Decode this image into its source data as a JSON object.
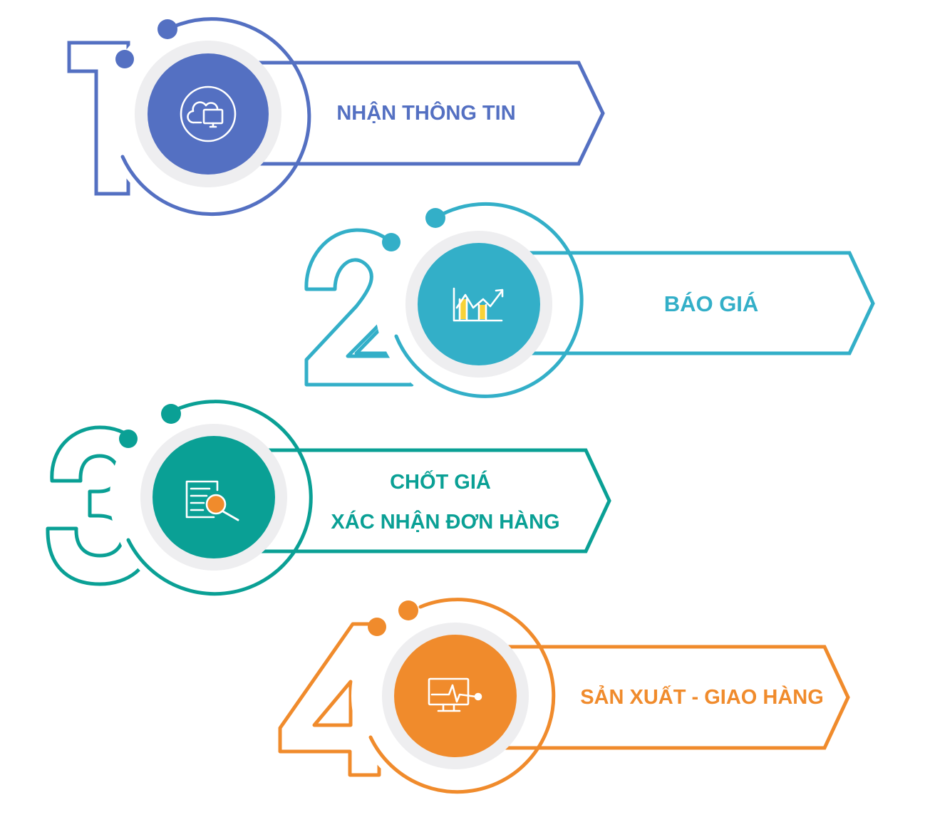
{
  "steps": [
    {
      "number": "1",
      "label_lines": [
        "NHẬN THÔNG TIN"
      ],
      "color": "#5470c2",
      "icon": "cloud-computer-icon"
    },
    {
      "number": "2",
      "label_lines": [
        "BÁO GIÁ"
      ],
      "color": "#33afc8",
      "icon": "bar-chart-growth-icon"
    },
    {
      "number": "3",
      "label_lines": [
        "CHỐT GIÁ",
        "XÁC NHẬN ĐƠN HÀNG"
      ],
      "color": "#0aa095",
      "icon": "document-search-icon"
    },
    {
      "number": "4",
      "label_lines": [
        "SẢN XUẤT - GIAO HÀNG"
      ],
      "color": "#f08b2c",
      "icon": "monitor-pulse-icon"
    }
  ],
  "colors": {
    "halo": "#eeeef0",
    "icon_line": "#ffffff",
    "chart_bar": "#f7d238",
    "search_lens": "#f08b2c"
  }
}
